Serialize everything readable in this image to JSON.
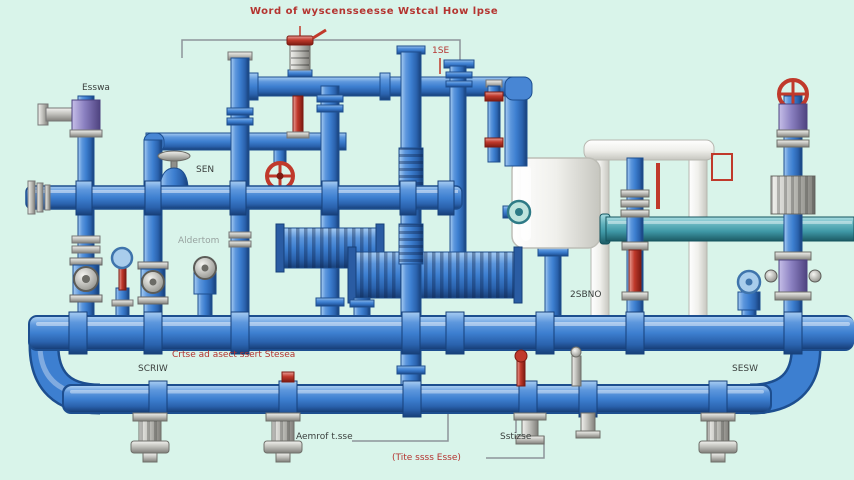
{
  "diagram": {
    "title": "Word of wyscensseesse Wstcal How lpse",
    "labels": {
      "tag_1se": "1SE",
      "esswa": "Esswa",
      "sen": "SEN",
      "aldertom": "Aldertom",
      "sbno": "2SBNO",
      "main_pipe_note": "Crtse ad asect ssert Stesea",
      "scriw": "SCRIW",
      "sesw": "SESW",
      "aemrof": "Aemrof t.sse",
      "sstizse": "Sstizse",
      "bottom_note": "(Tite ssss Esse)"
    },
    "colors": {
      "background": "#d9f4ea",
      "pipe_blue": "#3d7fd0",
      "pipe_blue_dark": "#1d4e8f",
      "accent_red": "#c0392b",
      "teal_pipe": "#3f98a6",
      "metal_gray": "#b9b9b5",
      "tank_white": "#f4f4f0",
      "purple_valve": "#8a7fc0"
    }
  }
}
